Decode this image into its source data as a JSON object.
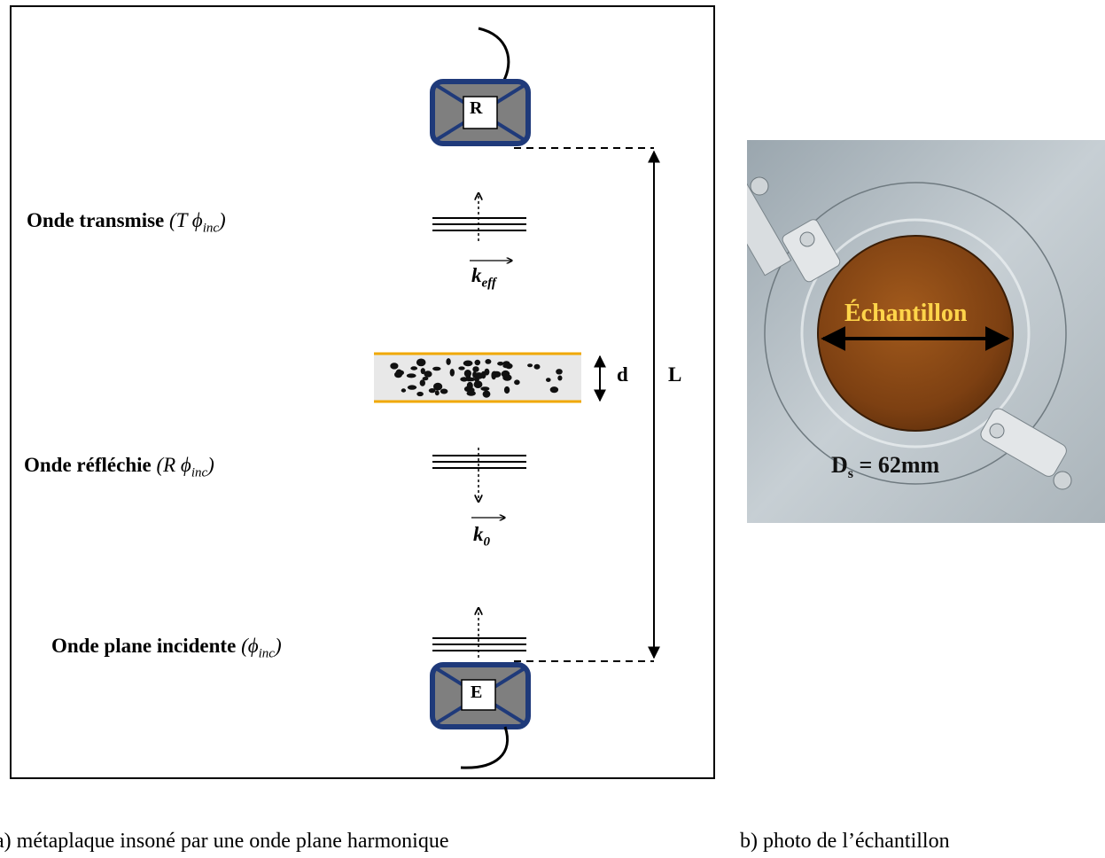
{
  "panel_a": {
    "receiver_label": "R",
    "emitter_label": "E",
    "wave_transmitted": "Onde transmise",
    "wave_transmitted_math": "(T ϕ",
    "wave_transmitted_sub": "inc",
    "wave_reflected": "Onde réfléchie",
    "wave_reflected_math": "(R ϕ",
    "wave_reflected_sub": "inc",
    "wave_incident": "Onde plane incidente",
    "wave_incident_math": "(ϕ",
    "wave_incident_sub": "inc",
    "k_eff_symbol": "k",
    "k_eff_sub": "eff",
    "k0_symbol": "k",
    "k0_sub": "0",
    "thickness_label": "d",
    "distance_label": "L",
    "caption": "a) métaplaque insoné par une onde plane harmonique"
  },
  "panel_b": {
    "sample_label": "Échantillon",
    "diameter_prefix": "D",
    "diameter_sub": "s",
    "diameter_value": " = 62mm",
    "caption": "b) photo de l’échantillon"
  },
  "colors": {
    "transducer_border": "#1f3a7a",
    "transducer_fill": "#7f7f7f",
    "sample_border": "#f0a800",
    "sample_fill": "#e8e8e8",
    "photo_bg": "#a9b4bc",
    "sample_disc": "#8a4a14",
    "sample_label_color": "#ffd54a"
  }
}
